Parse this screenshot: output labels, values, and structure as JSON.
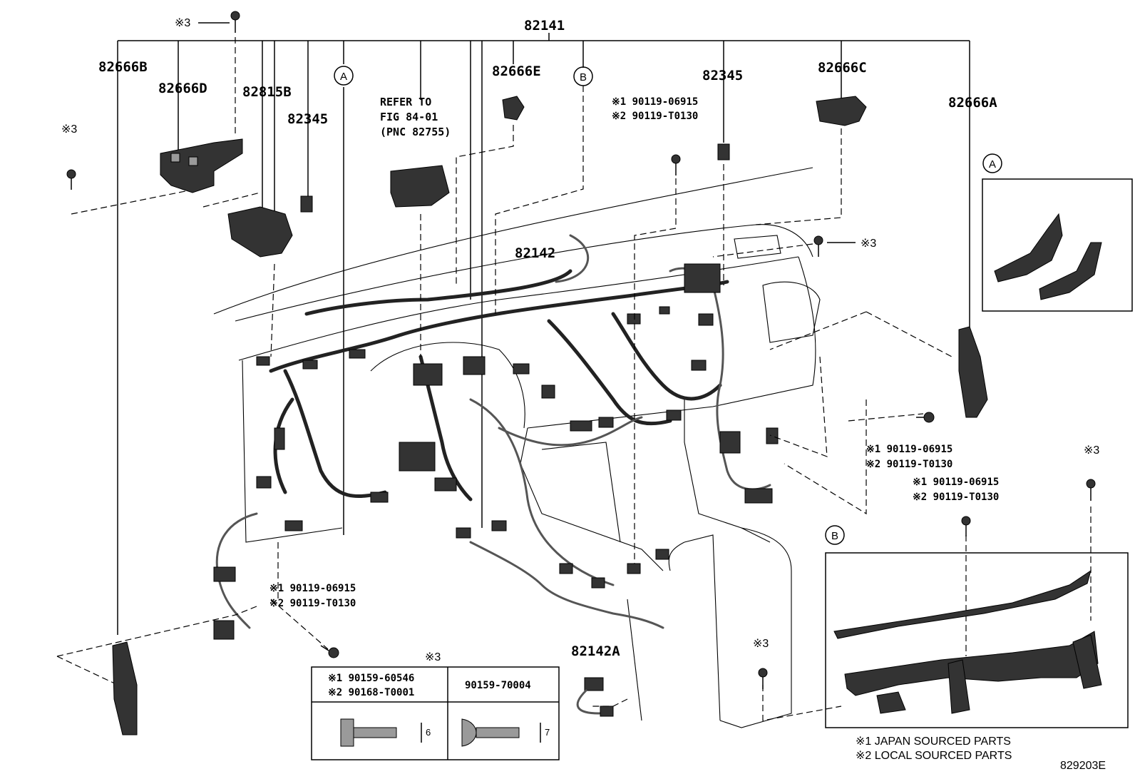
{
  "diagram_id": "829203E",
  "callouts": {
    "main_harness": "82141",
    "sub_harness": "82142",
    "sub_harness_a": "82142A",
    "bracket_a": "82666A",
    "bracket_b": "82666B",
    "bracket_c": "82666C",
    "bracket_d": "82666D",
    "bracket_e": "82666E",
    "block_815b": "82815B",
    "relay_left": "82345",
    "relay_right": "82345",
    "ref_line1": "REFER TO",
    "ref_line2": "FIG 84-01",
    "ref_line3": "(PNC 82755)",
    "marker_a": "A",
    "marker_b": "B"
  },
  "bolts": {
    "bolt_top": "※3",
    "bolt_left": "※3",
    "bolt_right_top": "※3",
    "bolt_right_low": "※3",
    "bolt_center_low": "※3",
    "table_header": "※3"
  },
  "part_numbers": {
    "grp1": {
      "l1": "※1 90119-06915",
      "l2": "※2 90119-T0130"
    },
    "grp2": {
      "l1": "※1 90119-06915",
      "l2": "※2 90119-T0130"
    },
    "grp3": {
      "l1": "※1 90119-06915",
      "l2": "※2 90119-T0130"
    },
    "grp4": {
      "l1": "※1 90119-06915",
      "l2": "※2 90119-T0130"
    }
  },
  "bolt_table": {
    "col1_l1": "※1  90159-60546",
    "col1_l2": "※2  90168-T0001",
    "col2": "90159-70004",
    "dim1": "6",
    "dim2": "7"
  },
  "legend": {
    "note1": "※1 JAPAN SOURCED PARTS",
    "note2": "※2 LOCAL SOURCED PARTS"
  },
  "insets": {
    "inset_a_marker": "A",
    "inset_b_marker": "B"
  }
}
